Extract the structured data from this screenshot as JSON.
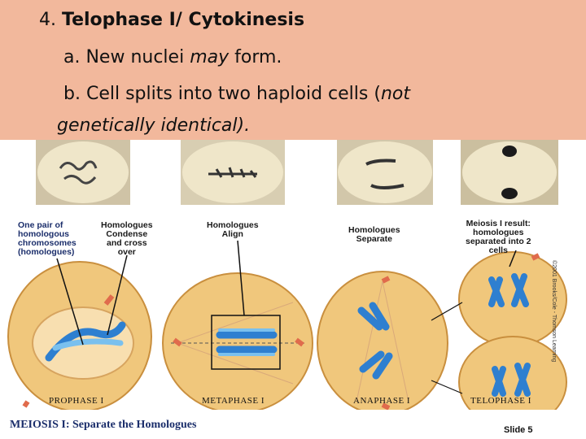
{
  "header": {
    "line1_number": "4. ",
    "line1_title": "Telophase I/ Cytokinesis",
    "line2_prefix": "a. New nuclei ",
    "line2_italic": "may",
    "line2_suffix": " form.",
    "line3_prefix": "b. Cell splits into two haploid cells (",
    "line3_italic": "not",
    "line4": "genetically identical)."
  },
  "labels": {
    "pair": "One pair of\nhomologous\nchromosomes\n(homologues)",
    "condense": "Homologues\nCondense\nand cross\nover",
    "align": "Homologues\nAlign",
    "separate": "Homologues\nSeparate",
    "result": "Meiosis I result:\nhomologues\nseparated into 2\ncells"
  },
  "phases": {
    "prophase": "PROPHASE I",
    "metaphase": "METAPHASE I",
    "anaphase": "ANAPHASE I",
    "telophase": "TELOPHASE I"
  },
  "footer": "MEIOSIS I: Separate the Homologues",
  "slide": "Slide 5",
  "copyright": "©2001 Brooks/Cole - Thomson Learning",
  "colors": {
    "header_bg": "#f2b89c",
    "cell_fill": "#f0c77c",
    "nucleus": "#f8dfb0",
    "chromosome": "#2e7fd0",
    "footer_text": "#1b2e6b"
  }
}
